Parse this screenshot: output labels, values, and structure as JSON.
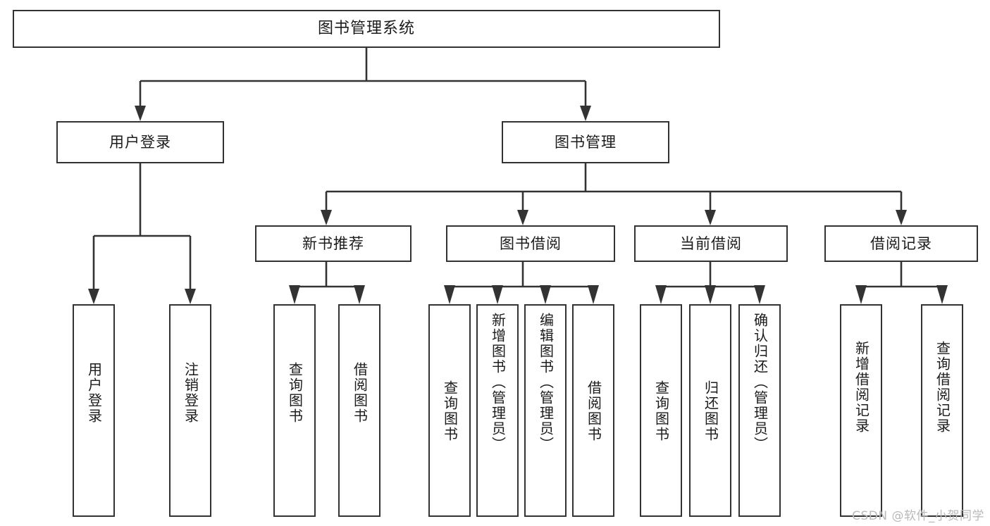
{
  "diagram": {
    "type": "tree-hierarchy",
    "title": "图书管理系统",
    "root": {
      "label": "图书管理系统"
    },
    "level2": [
      {
        "label": "用户登录"
      },
      {
        "label": "图书管理"
      }
    ],
    "level3": [
      {
        "label": "新书推荐"
      },
      {
        "label": "图书借阅"
      },
      {
        "label": "当前借阅"
      },
      {
        "label": "借阅记录"
      }
    ],
    "leaves": {
      "user_login": [
        {
          "label": "用户登录"
        },
        {
          "label": "注销登录"
        }
      ],
      "new_book_recommend": [
        {
          "label": "查询图书"
        },
        {
          "label": "借阅图书"
        }
      ],
      "book_borrow": [
        {
          "label": "查询图书"
        },
        {
          "label": "新增图书（管理员）"
        },
        {
          "label": "编辑图书（管理员）"
        },
        {
          "label": "借阅图书"
        }
      ],
      "current_borrow": [
        {
          "label": "查询图书"
        },
        {
          "label": "归还图书"
        },
        {
          "label": "确认归还（管理员）"
        }
      ],
      "borrow_records": [
        {
          "label": "新增借阅记录"
        },
        {
          "label": "查询借阅记录"
        }
      ]
    }
  },
  "watermark": {
    "text": "CSDN @软件_小贺同学"
  },
  "colors": {
    "stroke": "#333333",
    "background": "#ffffff",
    "text": "#1b1b1b",
    "watermark": "#b9b9b9"
  }
}
